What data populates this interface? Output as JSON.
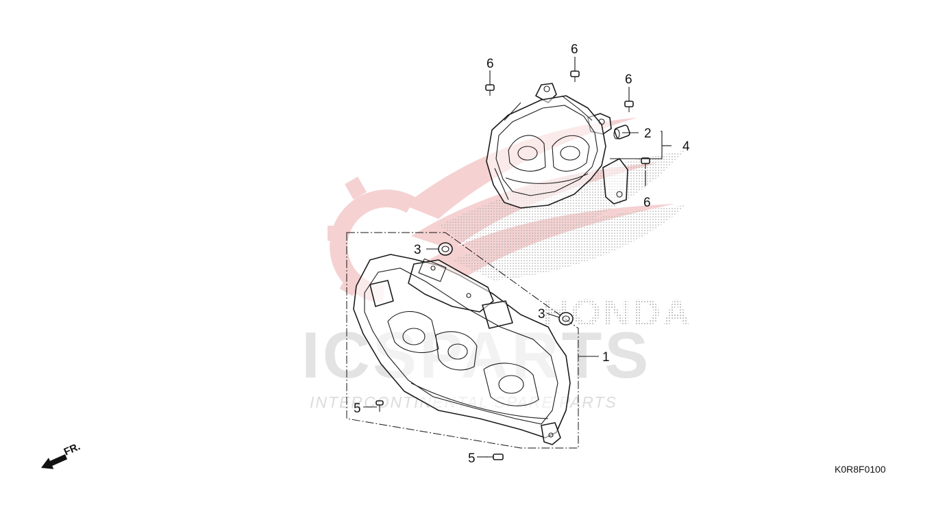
{
  "diagram": {
    "callouts": {
      "c1": "1",
      "c2": "2",
      "c3a": "3",
      "c3b": "3",
      "c4": "4",
      "c5a": "5",
      "c5b": "5",
      "c6a": "6",
      "c6b": "6",
      "c6c": "6",
      "c6d": "6"
    },
    "direction_label": "FR.",
    "diagram_code": "K0R8F0100"
  },
  "watermark": {
    "main_text": "ICSPARTS",
    "tagline": "INTERCONTINENTAL SPARE PARTS",
    "brand_text": "HONDA",
    "logo": "honda-wing-logo",
    "colors": {
      "wing": "#f2c2c2",
      "text": "#e3e3e3"
    }
  },
  "colors": {
    "line": "#1a1a1a",
    "background": "#ffffff"
  }
}
